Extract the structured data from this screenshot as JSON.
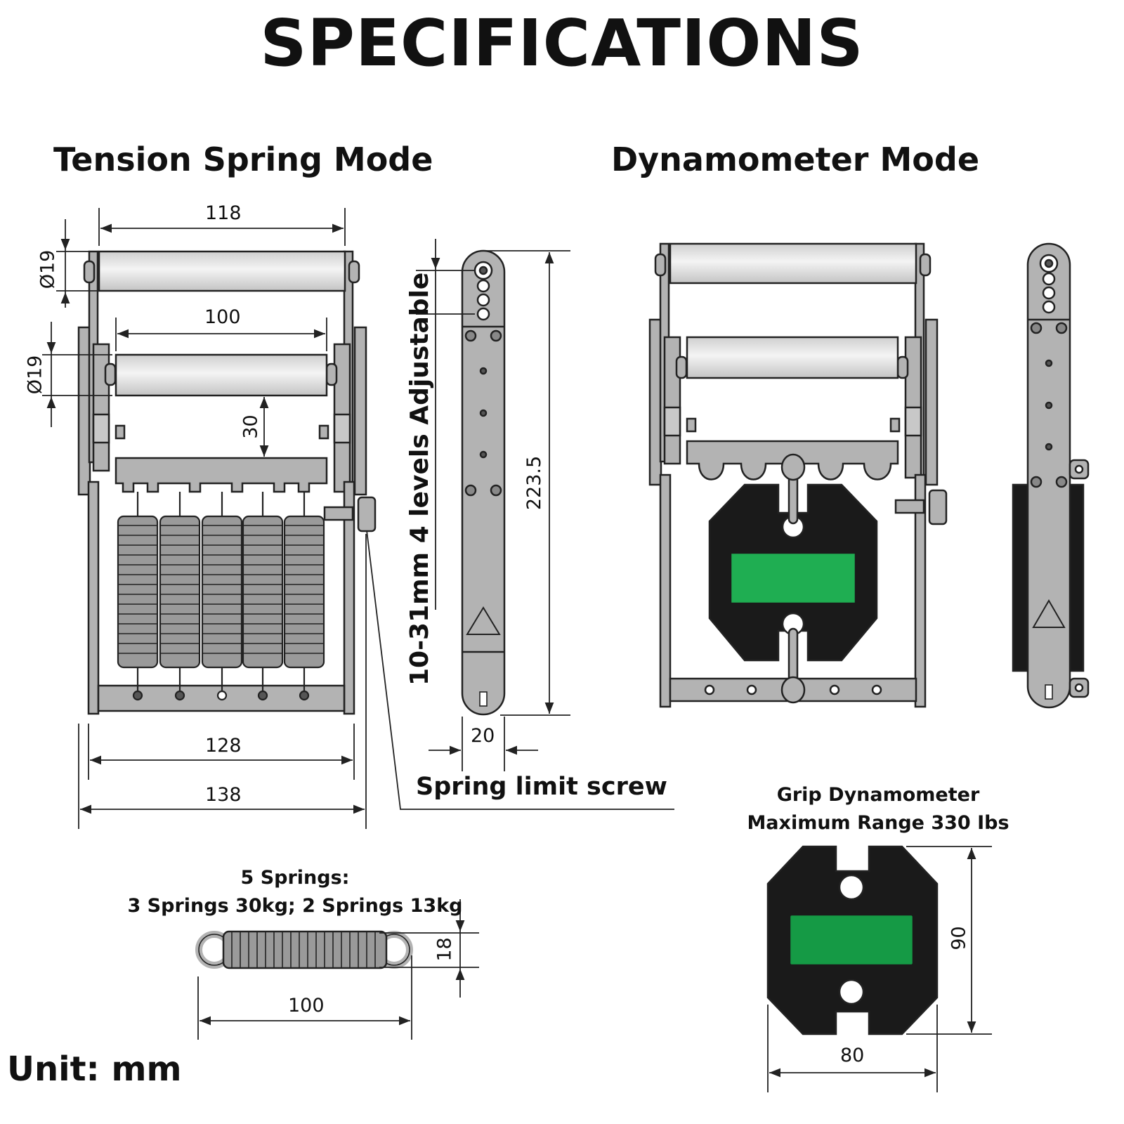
{
  "title": "SPECIFICATIONS",
  "sections": {
    "tension": "Tension Spring Mode",
    "dynamometer": "Dynamometer Mode"
  },
  "dims": {
    "top_handle_width": "118",
    "top_handle_diameter": "Ø19",
    "inner_handle_width": "100",
    "inner_handle_diameter": "Ø19",
    "handle_gap": "30",
    "frame_inner_width": "128",
    "frame_outer_width": "138",
    "side_height": "223.5",
    "side_width": "20",
    "spring_length": "100",
    "spring_diameter": "18",
    "dyno_height": "90",
    "dyno_width": "80"
  },
  "labels": {
    "adjustable": "10-31mm 4 levels Adjustable",
    "spring_limit_screw": "Spring limit screw",
    "springs_line1": "5 Springs:",
    "springs_line2": "3 Springs 30kg; 2 Springs 13kg",
    "dyno_line1": "Grip Dynamometer",
    "dyno_line2": "Maximum Range 330 Ibs",
    "unit": "Unit: mm"
  },
  "colors": {
    "frame": "#b3b3b3",
    "handle": "#e4e4e4",
    "line": "#222222",
    "dyno_body": "#1a1a1a",
    "display": "#1fae52",
    "display_small": "#159a45"
  }
}
